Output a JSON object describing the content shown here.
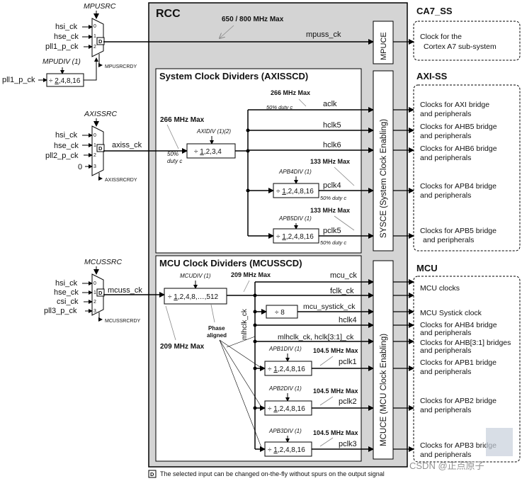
{
  "rcc": {
    "title": "RCC",
    "mpuss_max": "650 / 800 MHz Max",
    "mpuss_ck": "mpuss_ck",
    "mpuce": "MPUCE"
  },
  "mpu_mux": {
    "title": "MPUSRC",
    "in1": "hsi_ck",
    "in2": "hse_ck",
    "in3": "pll1_p_ck",
    "i0": "0",
    "i1": "1",
    "i2": "2",
    "rdy": "MPUSRCRDY",
    "d": "D"
  },
  "mpudiv": {
    "title": "MPUDIV (1)",
    "input": "pll1_p_ck",
    "div_prefix": "÷ ",
    "div_first": "2",
    "div_rest": ",4,8,16"
  },
  "axi": {
    "section": "System Clock Dividers (AXISSCD)",
    "src_title": "AXISSRC",
    "in1": "hsi_ck",
    "in2": "hse_ck",
    "in3": "pll2_p_ck",
    "in4": "0",
    "i0": "0",
    "i1": "1",
    "i2": "2",
    "i3": "3",
    "rdy": "AXISSRCRDY",
    "d": "D",
    "axiss_ck": "axiss_ck",
    "max266a": "266 MHz Max",
    "max266b": "266 MHz Max",
    "duty": "50% duty c",
    "duty_left_1": "50%",
    "duty_left_2": "duty c",
    "axidiv": "AXIDIV (1)(2)",
    "div_prefix": "÷ ",
    "div_first": "1",
    "div_rest": ",2,3,4",
    "aclk": "aclk",
    "hclk5": "hclk5",
    "hclk6": "hclk6",
    "max133a": "133 MHz Max",
    "apb4div": "APB4DIV (1)",
    "apb_prefix": "÷ ",
    "apb_first": "1",
    "apb_rest": ",2,4,8,16",
    "pclk4": "pclk4",
    "max133b": "133 MHz Max",
    "apb5div": "APB5DIV (1)",
    "pclk5": "pclk5",
    "syscee": "SYSCE (System Clock Enabling)"
  },
  "mcu": {
    "section": "MCU Clock Dividers (MCUSSCD)",
    "src_title": "MCUSSRC",
    "in1": "hsi_ck",
    "in2": "hse_ck",
    "in3": "csi_ck",
    "in4": "pll3_p_ck",
    "i0": "0",
    "i1": "1",
    "i2": "2",
    "i3": "3",
    "rdy": "MCUSSRCRDY",
    "d": "D",
    "mcuss_ck": "mcuss_ck",
    "mcudiv": "MCUDIV (1)",
    "div_prefix": "÷ ",
    "div_first": "1",
    "div_rest": ",2,4,8,…,512",
    "max209a": "209 MHz Max",
    "max209b": "209 MHz Max",
    "phase1": "Phase",
    "phase2": "aligned",
    "mlhclk": "mlhclk_ck",
    "mcu_ck": "mcu_ck",
    "fclk_ck": "fclk_ck",
    "div8": "÷ 8",
    "systick": "mcu_systick_ck",
    "hclk4": "hclk4",
    "mlhclk_hclk": "mlhclk_ck, hclk[3:1]_ck",
    "apb1div": "APB1DIV (1)",
    "apb2div": "APB2DIV (1)",
    "apb3div": "APB3DIV (1)",
    "max1045a": "104.5 MHz Max",
    "max1045b": "104.5 MHz Max",
    "max1045c": "104.5 MHz Max",
    "apb_prefix": "÷ ",
    "apb_first": "1",
    "apb_rest": ",2,4,8,16",
    "pclk1": "pclk1",
    "pclk2": "pclk2",
    "pclk3": "pclk3",
    "mcuce": "MCUCE (MCU Clock Enabling)"
  },
  "right": {
    "ca7_title": "CA7_SS",
    "ca7_desc1": "Clock for the",
    "ca7_desc2": "Cortex A7 sub-system",
    "axi_title": "AXI-SS",
    "axi1a": "Clocks for AXI bridge",
    "axi1b": "and peripherals",
    "axi2a": "Clocks for AHB5 bridge",
    "axi2b": "and peripherals",
    "axi3a": "Clocks for AHB6 bridge",
    "axi3b": "and peripherals",
    "axi4a": "Clocks for APB4 bridge",
    "axi4b": "and peripherals",
    "axi5a": "Clocks for APB5 bridge",
    "axi5b": "and peripherals",
    "mcu_title": "MCU",
    "m1": "MCU clocks",
    "m2": "MCU Systick clock",
    "m3a": "Clocks for AHB4 bridge",
    "m3b": "and peripherals",
    "m4a": "Clocks for AHB[3:1] bridges",
    "m4b": "and peripherals",
    "m5a": "Clocks for APB1 bridge",
    "m5b": "and peripherals",
    "m6a": "Clocks for APB2 bridge",
    "m6b": "and peripherals",
    "m7a": "Clocks for APB3 bridge",
    "m7b": "and peripherals"
  },
  "footer": {
    "d": "D",
    "note": "The selected input can be changed on-the-fly without spurs on the output signal"
  },
  "watermark": "CSDN @正点原子"
}
